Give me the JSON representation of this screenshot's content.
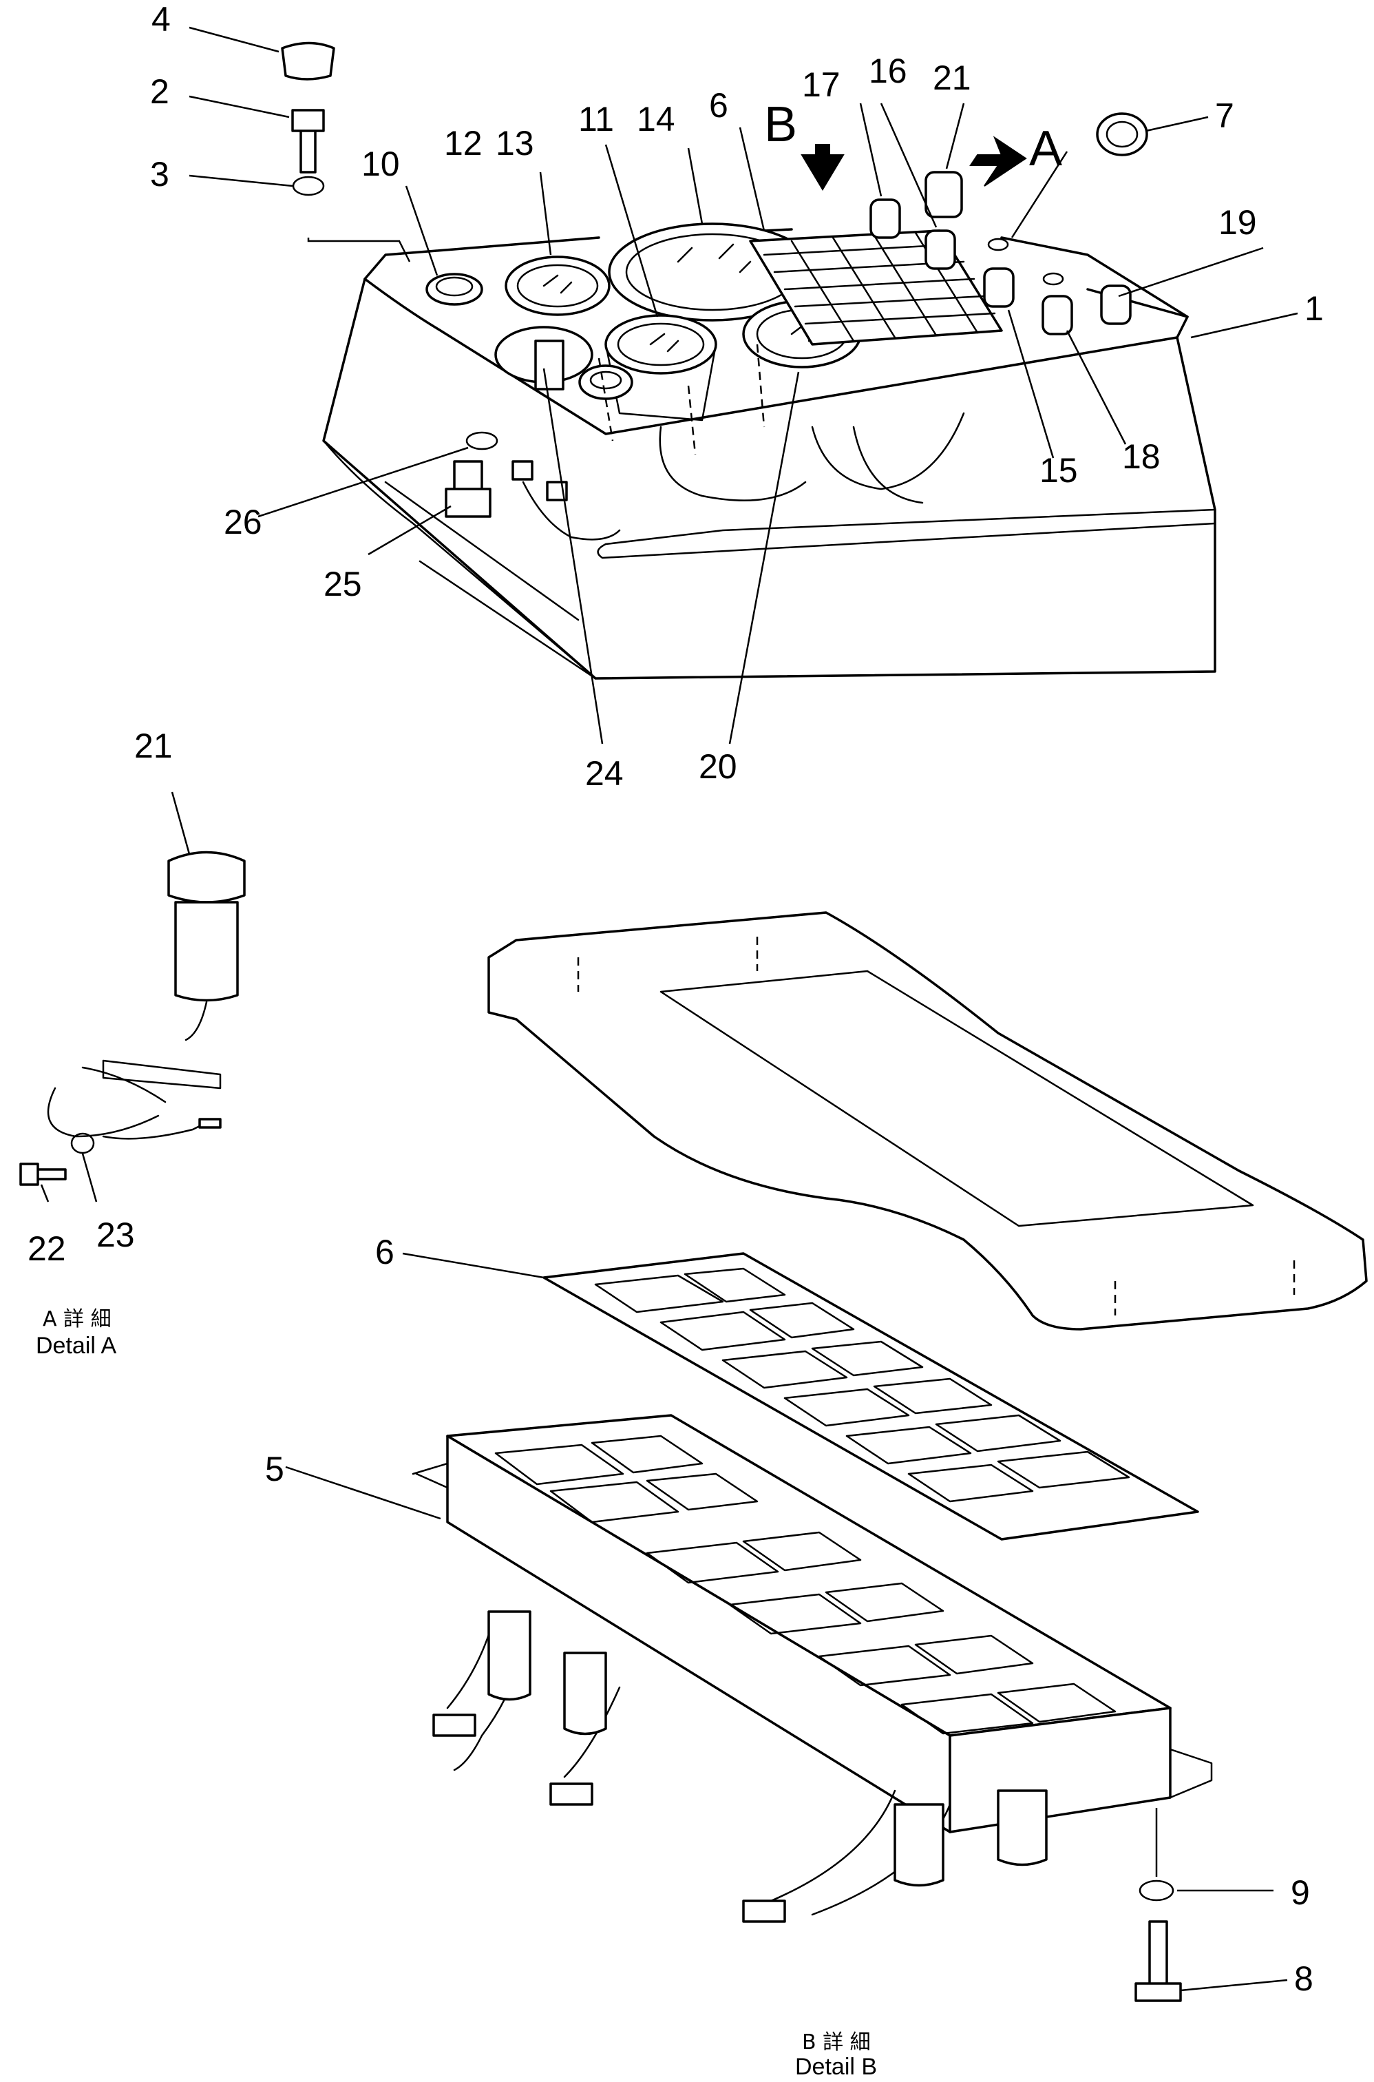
{
  "callouts": {
    "c1": "1",
    "c2": "2",
    "c3": "3",
    "c4": "4",
    "c5": "5",
    "c6": "6",
    "c6b": "6",
    "c7": "7",
    "c8": "8",
    "c9": "9",
    "c10": "10",
    "c11": "11",
    "c12": "12",
    "c13": "13",
    "c14": "14",
    "c15": "15",
    "c16": "16",
    "c17": "17",
    "c18": "18",
    "c19": "19",
    "c20": "20",
    "c21": "21",
    "c21b": "21",
    "c22": "22",
    "c23": "23",
    "c24": "24",
    "c25": "25",
    "c26": "26"
  },
  "view_arrows": {
    "a": "A",
    "b": "B"
  },
  "captions": {
    "detail_a_jp": "A 詳 細",
    "detail_a_en": "Detail A",
    "detail_b_jp": "B 詳 細",
    "detail_b_en": "Detail B"
  }
}
